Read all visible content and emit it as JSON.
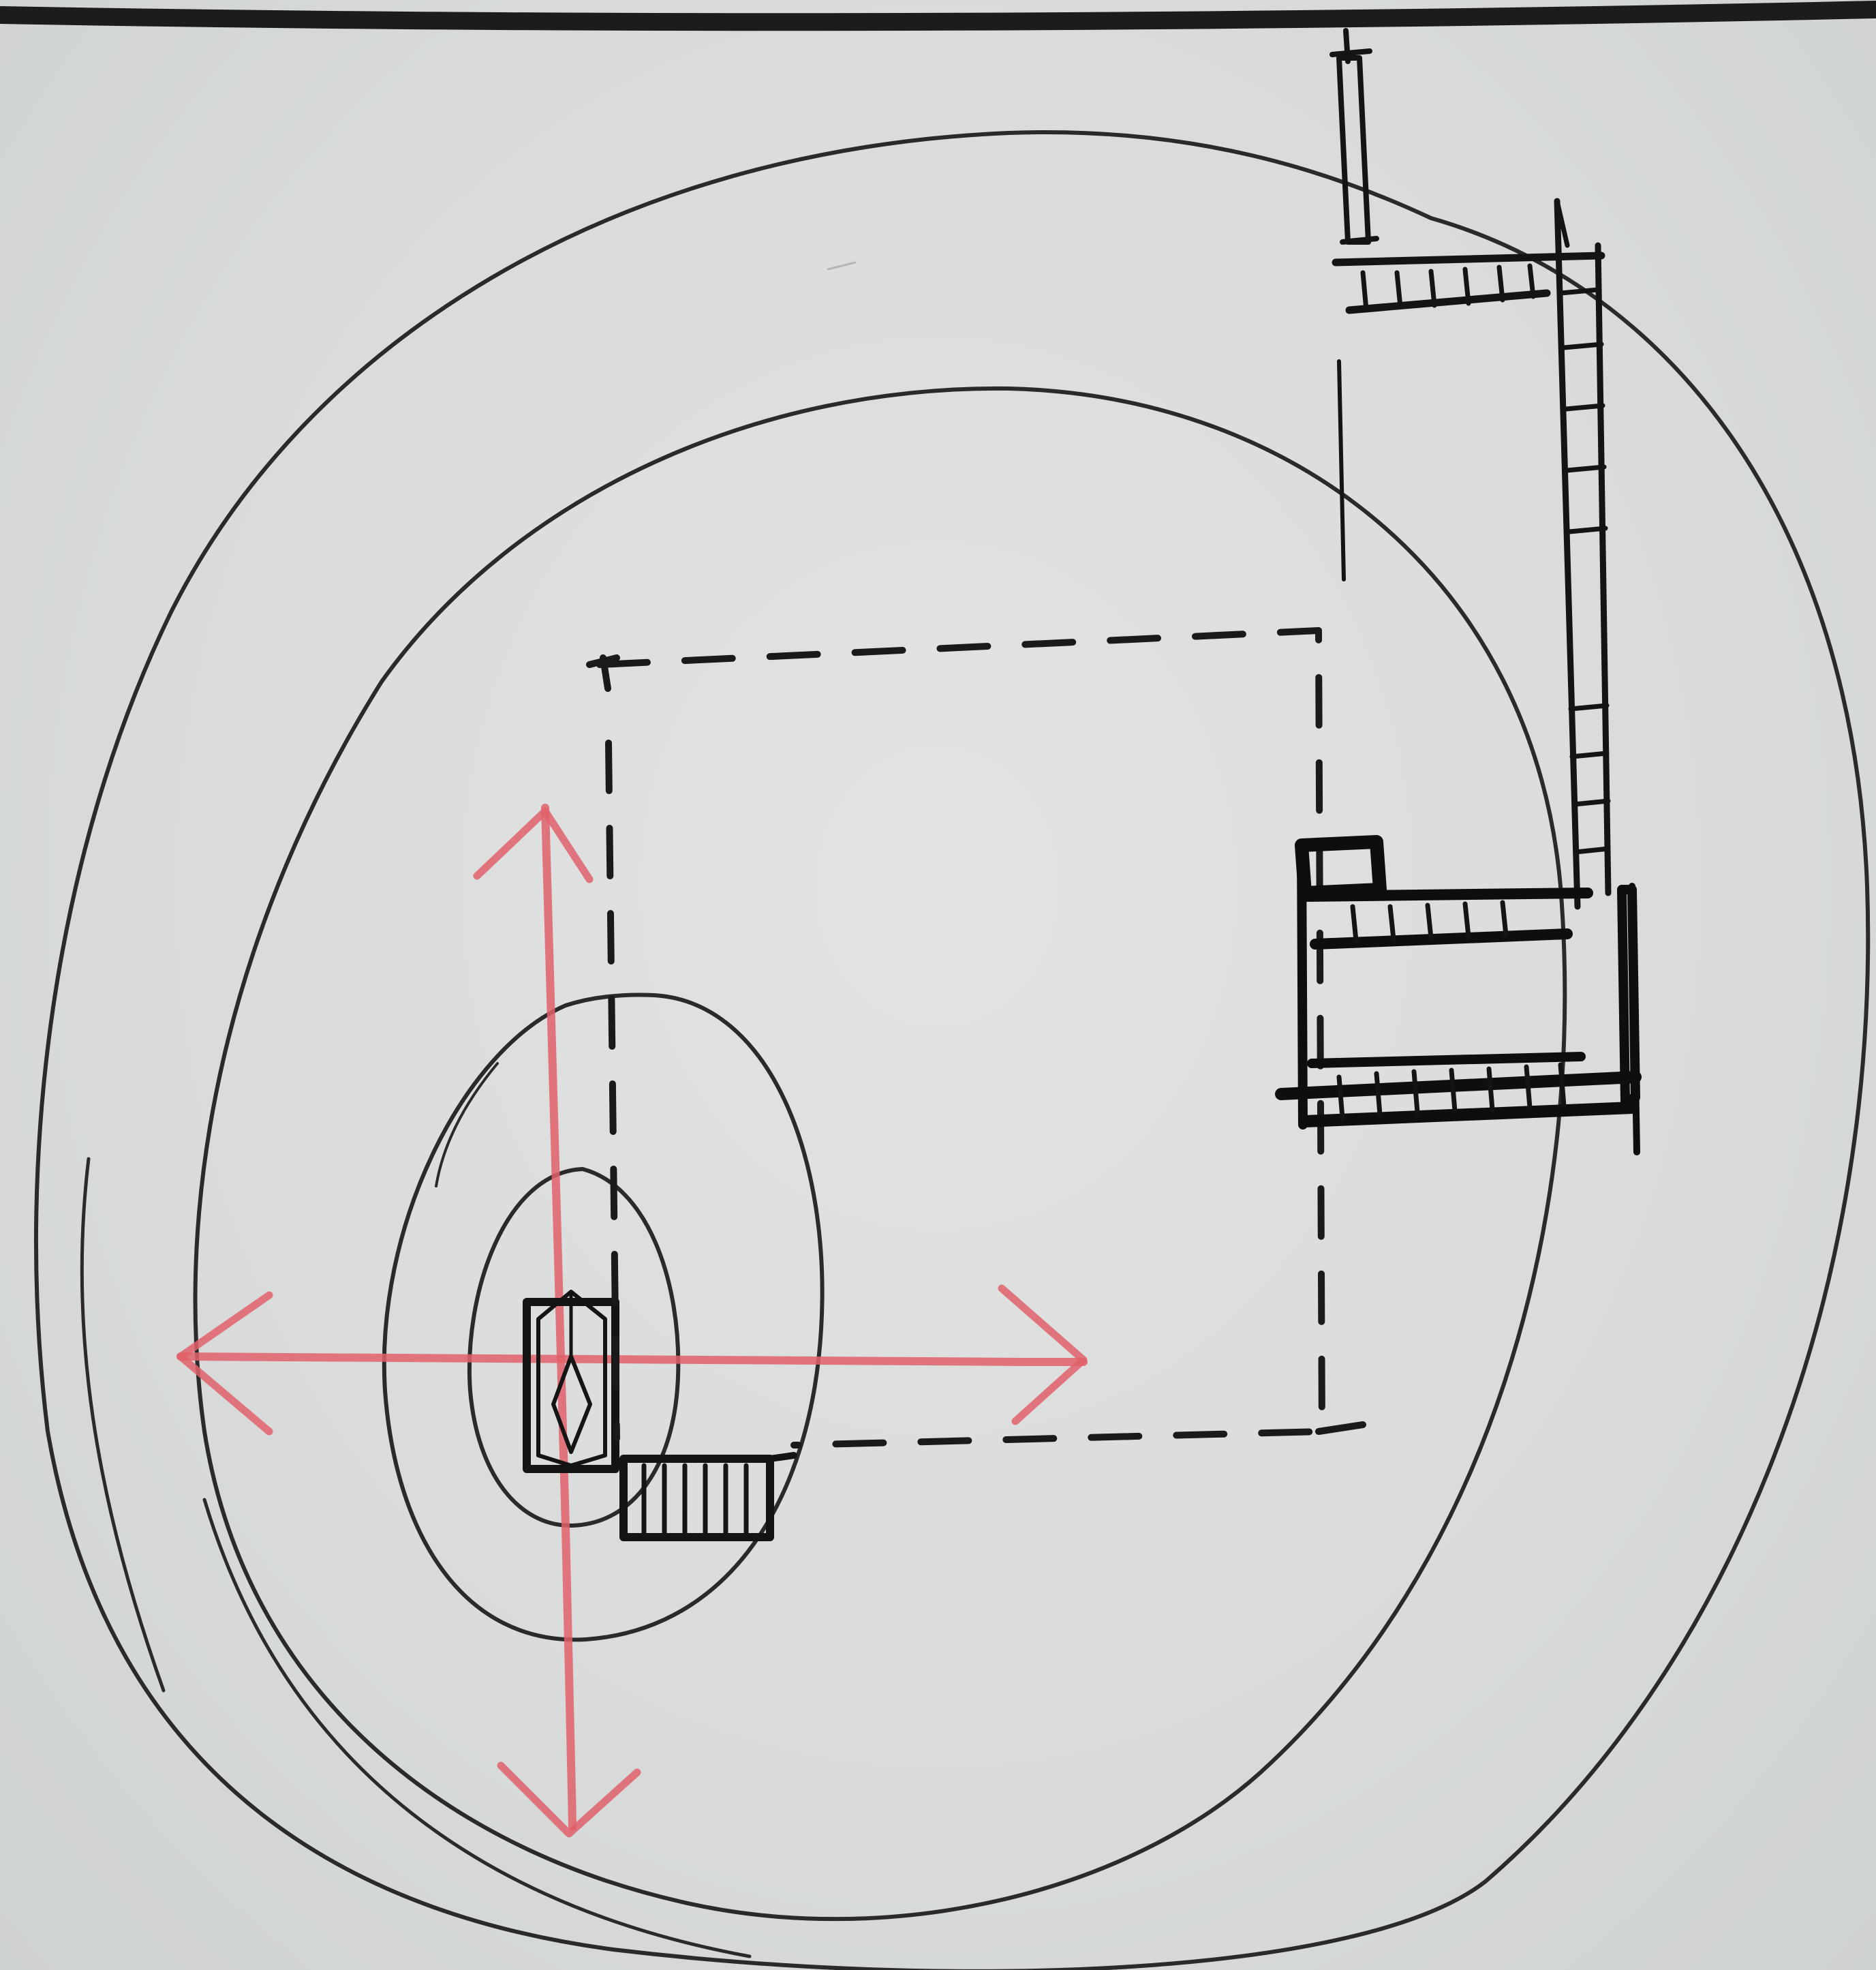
{
  "diagram": {
    "colors": {
      "paper": "#d9dbdb",
      "ink": "#1c1c1c",
      "red_pencil": "#e0606a"
    },
    "elements": [
      "top-border-line",
      "outer-orbit-ring",
      "middle-orbit-ring",
      "inner-orbit-ring",
      "core-orbit-ring",
      "red-axis-cross",
      "central-figure",
      "dashed-boundary",
      "wall-structure-right",
      "tower-element-top",
      "small-stair-block"
    ]
  }
}
